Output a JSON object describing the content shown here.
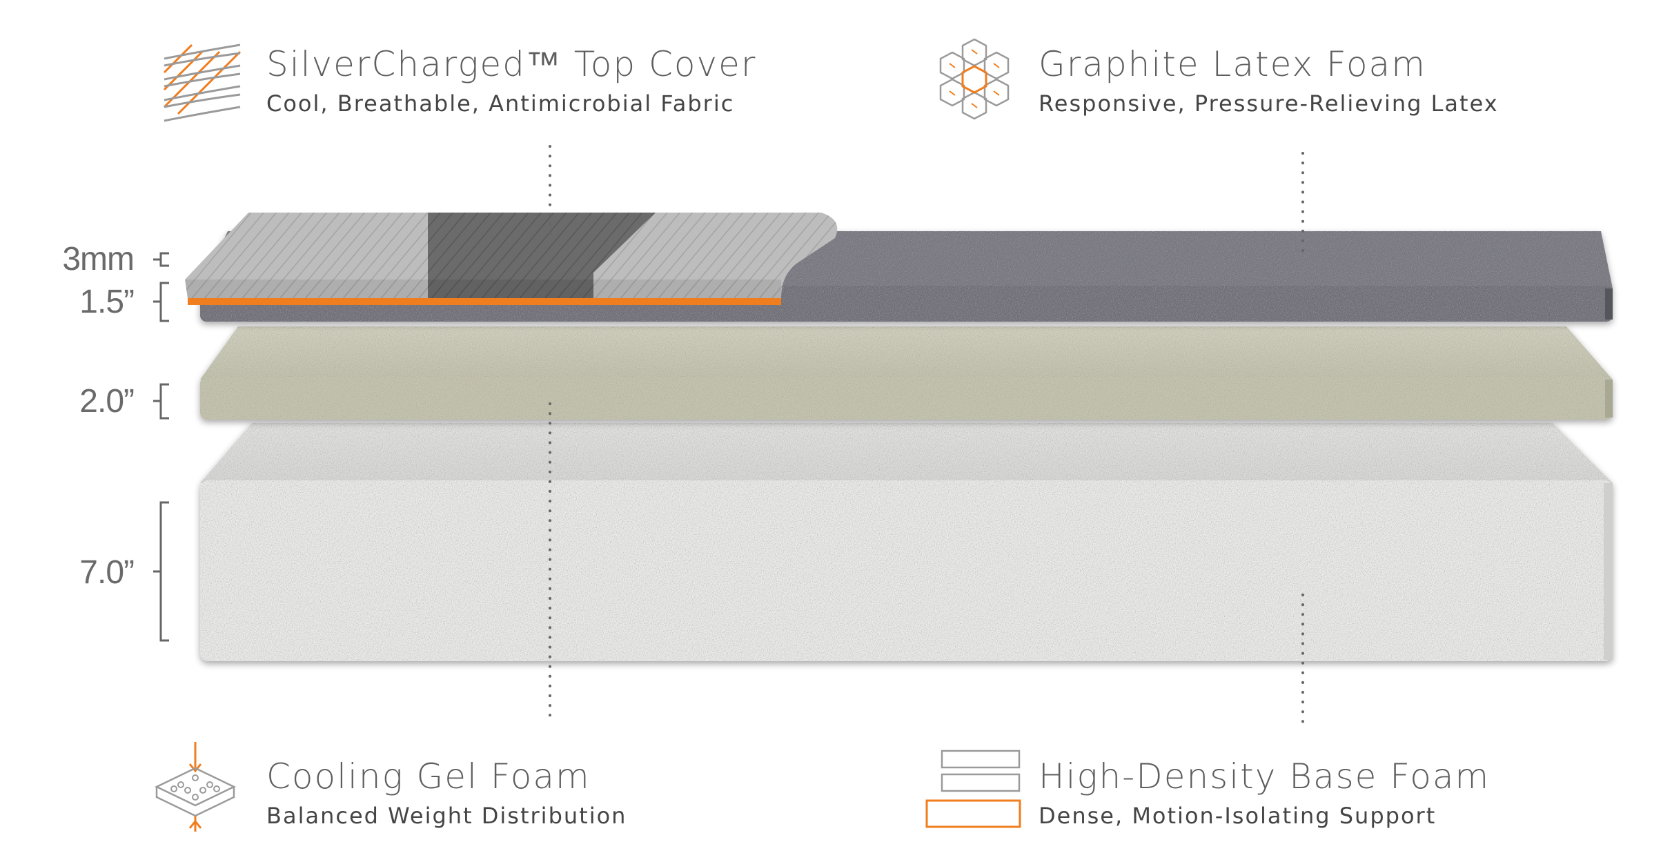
{
  "callouts": {
    "top_cover": {
      "title": "SilverCharged™ Top Cover",
      "subtitle": "Cool, Breathable, Antimicrobial Fabric",
      "icon": "woven-fabric-icon"
    },
    "graphite": {
      "title": "Graphite Latex Foam",
      "subtitle": "Responsive, Pressure-Relieving Latex",
      "icon": "hexagon-cluster-icon"
    },
    "cooling_gel": {
      "title": "Cooling Gel Foam",
      "subtitle": "Balanced Weight Distribution",
      "icon": "gel-foam-pressure-icon"
    },
    "base_foam": {
      "title": "High-Density Base Foam",
      "subtitle": "Dense, Motion-Isolating Support",
      "icon": "stacked-layers-icon"
    }
  },
  "dimensions": {
    "cover": "3mm",
    "graphite": "1.5”",
    "gel": "2.0”",
    "base": "7.0”"
  },
  "colors": {
    "accent_orange": "#f07d1e",
    "graphite_layer": "#6f6e78",
    "gel_layer": "#c4c3ac",
    "base_layer": "#ebebe9",
    "text": "#5e5e5e"
  }
}
